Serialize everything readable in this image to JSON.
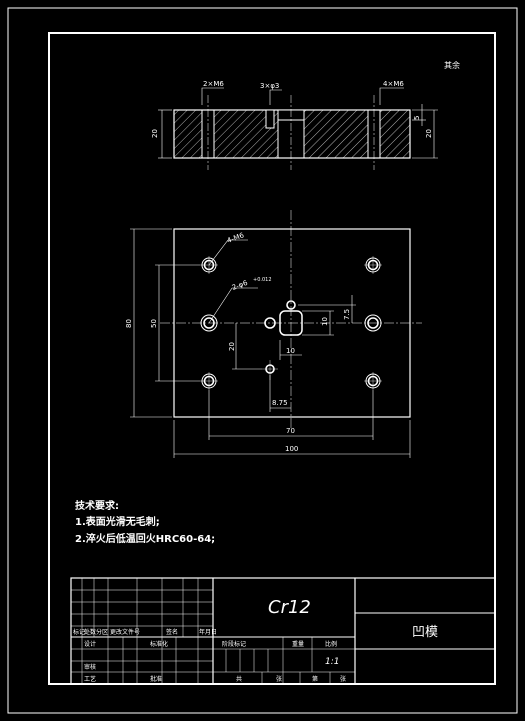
{
  "top_label": "其余",
  "section_view": {
    "callouts": [
      "2×M6",
      "3×φ3",
      "4×M6"
    ],
    "dim_height_left": "20",
    "dim_height_right": "20",
    "dim_depth": "5"
  },
  "plan_view": {
    "callout_threaded": "4-M6",
    "callout_pins": "2-φ6",
    "callout_tolerance": "+0.012",
    "dim_overall_height": "80",
    "dim_hole_height": "50",
    "dim_offset_y": "20",
    "dim_offset_y2": "7.5",
    "dim_slot_width": "10",
    "dim_offset_x": "8.75",
    "dim_hole_span": "70",
    "dim_overall_width": "100"
  },
  "tech_requirements": {
    "title": "技术要求:",
    "items": [
      "1.表面光滑无毛刺;",
      "2.淬火后低温回火HRC60-64;"
    ]
  },
  "title_block": {
    "material": "Cr12",
    "part_name": "凹模",
    "scale": "1:1",
    "row_labels_top": [
      "标记",
      "处数",
      "分区",
      "更改文件号",
      "签名",
      "年月日"
    ],
    "designer_label": "设计",
    "standardize_label": "标准化",
    "stage_label": "阶段标记",
    "weight_label": "重量",
    "scale_label": "比例",
    "review_label": "审核",
    "process_label": "工艺",
    "approve_label": "批准",
    "sheet_total_label": "共",
    "sheet_label": "张",
    "sheet_no_label": "第"
  }
}
